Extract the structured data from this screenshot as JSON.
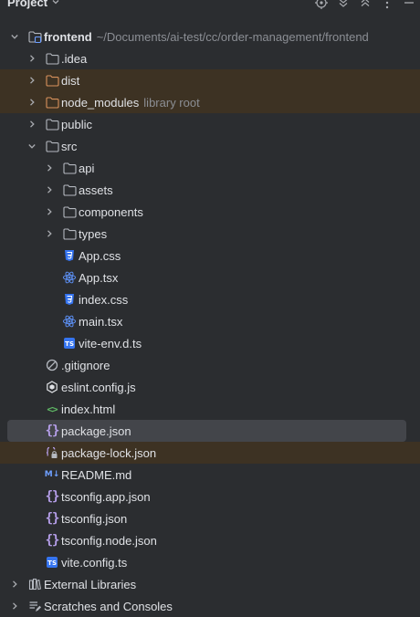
{
  "toolbar": {
    "title": "Project",
    "icons": [
      "chevron-down-icon",
      "locate-icon",
      "expand-all-icon",
      "collapse-all-icon",
      "more-icon",
      "minimize-icon"
    ]
  },
  "tree": [
    {
      "label": "frontend",
      "hint": "~/Documents/ai-test/cc/order-management/frontend",
      "icon": "module-folder-icon",
      "depth": 0,
      "expanded": true,
      "bold": true
    },
    {
      "label": ".idea",
      "icon": "folder-icon",
      "depth": 1,
      "expanded": false
    },
    {
      "label": "dist",
      "icon": "excluded-folder-icon",
      "depth": 1,
      "expanded": false,
      "excluded": true
    },
    {
      "label": "node_modules",
      "hint": "library root",
      "icon": "excluded-folder-icon",
      "depth": 1,
      "expanded": false,
      "excluded": true
    },
    {
      "label": "public",
      "icon": "folder-icon",
      "depth": 1,
      "expanded": false
    },
    {
      "label": "src",
      "icon": "folder-icon",
      "depth": 1,
      "expanded": true
    },
    {
      "label": "api",
      "icon": "folder-icon",
      "depth": 2,
      "expanded": false
    },
    {
      "label": "assets",
      "icon": "folder-icon",
      "depth": 2,
      "expanded": false
    },
    {
      "label": "components",
      "icon": "folder-icon",
      "depth": 2,
      "expanded": false
    },
    {
      "label": "types",
      "icon": "folder-icon",
      "depth": 2,
      "expanded": false
    },
    {
      "label": "App.css",
      "icon": "css-file-icon",
      "depth": 2
    },
    {
      "label": "App.tsx",
      "icon": "react-file-icon",
      "depth": 2
    },
    {
      "label": "index.css",
      "icon": "css-file-icon",
      "depth": 2
    },
    {
      "label": "main.tsx",
      "icon": "react-file-icon",
      "depth": 2
    },
    {
      "label": "vite-env.d.ts",
      "icon": "typescript-file-icon",
      "depth": 2
    },
    {
      "label": ".gitignore",
      "icon": "ignore-file-icon",
      "depth": 1
    },
    {
      "label": "eslint.config.js",
      "icon": "eslint-file-icon",
      "depth": 1
    },
    {
      "label": "index.html",
      "icon": "html-file-icon",
      "depth": 1
    },
    {
      "label": "package.json",
      "icon": "json-file-icon",
      "depth": 1,
      "selected": true
    },
    {
      "label": "package-lock.json",
      "icon": "json-lock-file-icon",
      "depth": 1,
      "excluded": true
    },
    {
      "label": "README.md",
      "icon": "markdown-file-icon",
      "depth": 1
    },
    {
      "label": "tsconfig.app.json",
      "icon": "json-file-icon",
      "depth": 1
    },
    {
      "label": "tsconfig.json",
      "icon": "json-file-icon",
      "depth": 1
    },
    {
      "label": "tsconfig.node.json",
      "icon": "json-file-icon",
      "depth": 1
    },
    {
      "label": "vite.config.ts",
      "icon": "typescript-file-icon",
      "depth": 1
    },
    {
      "label": "External Libraries",
      "icon": "libraries-icon",
      "depth": 0,
      "expanded": false
    },
    {
      "label": "Scratches and Consoles",
      "icon": "scratches-icon",
      "depth": 0,
      "expanded": false
    }
  ],
  "colors": {
    "background": "#2b2d30",
    "text": "#dfe1e5",
    "muted": "#8b8e94",
    "excluded_row": "#3d3223",
    "selected_row": "#43454a",
    "excluded_folder": "#d9925c",
    "accent": "#3574f0"
  }
}
